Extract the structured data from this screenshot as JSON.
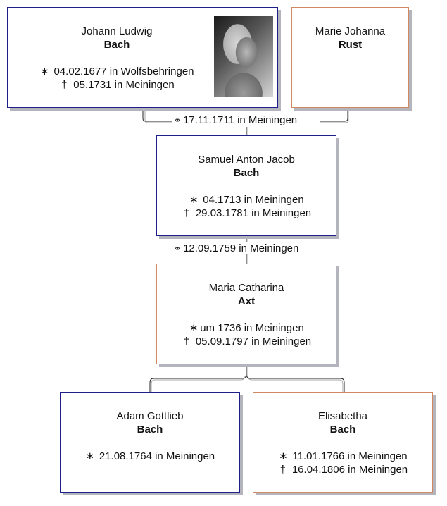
{
  "persons": {
    "johann_ludwig": {
      "given": "Johann Ludwig",
      "surname": "Bach",
      "birth_symbol": "∗",
      "birth": "04.02.1677 in Wolfsbehringen",
      "death_symbol": "†",
      "death": "05.1731 in Meiningen",
      "sex": "male",
      "has_photo": true
    },
    "marie_johanna": {
      "given": "Marie Johanna",
      "surname": "Rust",
      "sex": "female"
    },
    "samuel_anton_jacob": {
      "given": "Samuel Anton Jacob",
      "surname": "Bach",
      "birth_symbol": "∗",
      "birth": "04.1713 in Meiningen",
      "death_symbol": "†",
      "death": "29.03.1781 in Meiningen",
      "sex": "male"
    },
    "maria_catharina": {
      "given": "Maria Catharina",
      "surname": "Axt",
      "birth_symbol": "∗",
      "birth": "um 1736 in Meiningen",
      "death_symbol": "†",
      "death": "05.09.1797 in Meiningen",
      "sex": "female"
    },
    "adam_gottlieb": {
      "given": "Adam Gottlieb",
      "surname": "Bach",
      "birth_symbol": "∗",
      "birth": "21.08.1764 in Meiningen",
      "sex": "male"
    },
    "elisabetha": {
      "given": "Elisabetha",
      "surname": "Bach",
      "birth_symbol": "∗",
      "birth": "11.01.1766 in Meiningen",
      "death_symbol": "†",
      "death": "16.04.1806 in Meiningen",
      "sex": "female"
    }
  },
  "marriages": [
    {
      "symbol": "⚭",
      "text": "17.11.1711 in Meiningen"
    },
    {
      "symbol": "⚭",
      "text": "12.09.1759 in Meiningen"
    }
  ],
  "colors": {
    "male_border": "#1f1f8a",
    "female_border": "#d08a62",
    "shadow": "#b4b4bc"
  }
}
